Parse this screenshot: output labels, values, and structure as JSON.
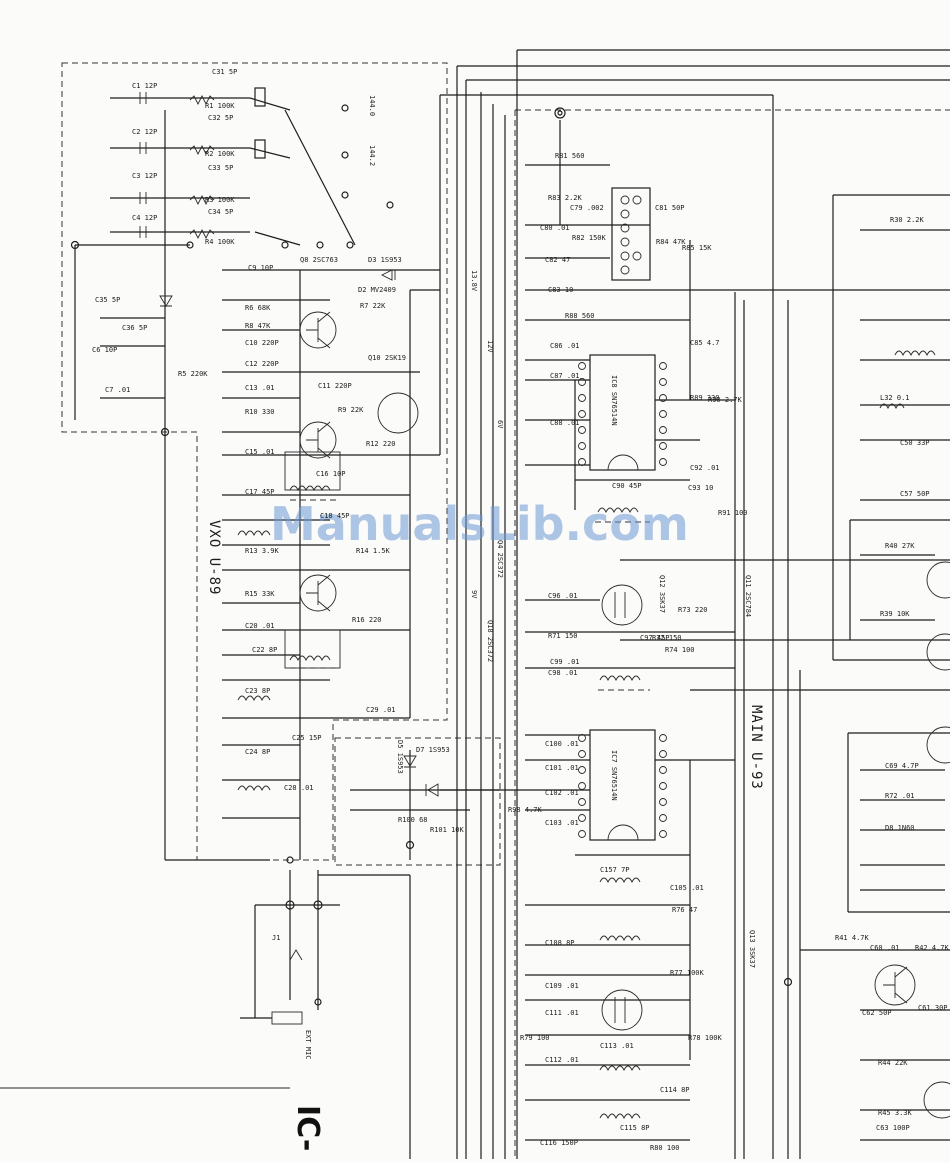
{
  "watermark": "ManualsLib.com",
  "blocks": {
    "vxo": "VXO U-89",
    "main": "MAIN U-93"
  },
  "footer_fragment": "IC-",
  "crystal_freqs": [
    "144.0",
    "144.2"
  ],
  "ic_labels": [
    "IC8 SN76514N",
    "IC7 SN76514N"
  ],
  "rail_labels": [
    "13.8V",
    "9V",
    "12V",
    "6V"
  ],
  "transistor_labels": [
    "Q8 2SC763",
    "Q10 2SK19",
    "Q11 2SC784",
    "Q12 3SK37",
    "Q13 3SK37",
    "Q18 2SC372",
    "Q4 2SC372"
  ],
  "diode_labels": [
    "D7 1S953",
    "D2 MV2409",
    "D3 1S953",
    "D5 1S953"
  ],
  "vxo_components": [
    {
      "ref": "C1",
      "val": "12P"
    },
    {
      "ref": "C31",
      "val": "5P"
    },
    {
      "ref": "R1",
      "val": "100K"
    },
    {
      "ref": "C2",
      "val": "12P"
    },
    {
      "ref": "C32",
      "val": "5P"
    },
    {
      "ref": "R2",
      "val": "100K"
    },
    {
      "ref": "C3",
      "val": "12P"
    },
    {
      "ref": "C33",
      "val": "5P"
    },
    {
      "ref": "R3",
      "val": "100K"
    },
    {
      "ref": "C4",
      "val": "12P"
    },
    {
      "ref": "C34",
      "val": "5P"
    },
    {
      "ref": "R4",
      "val": "100K"
    },
    {
      "ref": "C35",
      "val": "5P"
    },
    {
      "ref": "C36",
      "val": "5P"
    },
    {
      "ref": "C6",
      "val": "10P"
    },
    {
      "ref": "C7",
      "val": ".01"
    },
    {
      "ref": "R5",
      "val": "220K"
    },
    {
      "ref": "C9",
      "val": "10P"
    },
    {
      "ref": "R6",
      "val": "68K"
    },
    {
      "ref": "R7",
      "val": "22K"
    },
    {
      "ref": "R8",
      "val": "47K"
    },
    {
      "ref": "C10",
      "val": "220P"
    },
    {
      "ref": "C11",
      "val": "220P"
    },
    {
      "ref": "C12",
      "val": "220P"
    },
    {
      "ref": "C13",
      "val": ".01"
    },
    {
      "ref": "R9",
      "val": "22K"
    },
    {
      "ref": "R10",
      "val": "330"
    },
    {
      "ref": "C15",
      "val": ".01"
    },
    {
      "ref": "R12",
      "val": "220"
    },
    {
      "ref": "C16",
      "val": "10P"
    },
    {
      "ref": "C17",
      "val": "45P"
    },
    {
      "ref": "C18",
      "val": "45P"
    },
    {
      "ref": "R13",
      "val": "3.9K"
    },
    {
      "ref": "R14",
      "val": "1.5K"
    },
    {
      "ref": "R15",
      "val": "33K"
    },
    {
      "ref": "R16",
      "val": "220"
    },
    {
      "ref": "C20",
      "val": ".01"
    },
    {
      "ref": "C22",
      "val": "8P"
    },
    {
      "ref": "C23",
      "val": "8P"
    },
    {
      "ref": "C24",
      "val": "8P"
    },
    {
      "ref": "C25",
      "val": "15P"
    },
    {
      "ref": "C28",
      "val": ".01"
    },
    {
      "ref": "C29",
      "val": ".01"
    }
  ],
  "main_components": [
    {
      "ref": "R81",
      "val": "560"
    },
    {
      "ref": "R83",
      "val": "2.2K"
    },
    {
      "ref": "C79",
      "val": ".002"
    },
    {
      "ref": "C80",
      "val": ".01"
    },
    {
      "ref": "R82",
      "val": "150K"
    },
    {
      "ref": "C81",
      "val": "50P"
    },
    {
      "ref": "R84",
      "val": "47K"
    },
    {
      "ref": "R85",
      "val": "15K"
    },
    {
      "ref": "C82",
      "val": "47"
    },
    {
      "ref": "C83",
      "val": "10"
    },
    {
      "ref": "R88",
      "val": "560"
    },
    {
      "ref": "C85",
      "val": "4.7"
    },
    {
      "ref": "R89",
      "val": "330"
    },
    {
      "ref": "R90",
      "val": "2.7K"
    },
    {
      "ref": "C86",
      "val": ".01"
    },
    {
      "ref": "C87",
      "val": ".01"
    },
    {
      "ref": "C88",
      "val": ".01"
    },
    {
      "ref": "C90",
      "val": "45P"
    },
    {
      "ref": "C92",
      "val": ".01"
    },
    {
      "ref": "C93",
      "val": "10"
    },
    {
      "ref": "R91",
      "val": "100"
    },
    {
      "ref": "C96",
      "val": ".01"
    },
    {
      "ref": "R71",
      "val": "150"
    },
    {
      "ref": "R72",
      "val": "150"
    },
    {
      "ref": "R73",
      "val": "220"
    },
    {
      "ref": "C97",
      "val": "45P"
    },
    {
      "ref": "R74",
      "val": "100"
    },
    {
      "ref": "C99",
      "val": ".01"
    },
    {
      "ref": "C98",
      "val": ".01"
    },
    {
      "ref": "R98",
      "val": "4.7K"
    },
    {
      "ref": "C100",
      "val": ".01"
    },
    {
      "ref": "C101",
      "val": ".01"
    },
    {
      "ref": "C102",
      "val": ".01"
    },
    {
      "ref": "C103",
      "val": ".01"
    },
    {
      "ref": "R100",
      "val": "68"
    },
    {
      "ref": "R101",
      "val": "10K"
    },
    {
      "ref": "C157",
      "val": "7P"
    },
    {
      "ref": "C105",
      "val": ".01"
    },
    {
      "ref": "R76",
      "val": "47"
    },
    {
      "ref": "C108",
      "val": "8P"
    },
    {
      "ref": "R77",
      "val": "100K"
    },
    {
      "ref": "C109",
      "val": ".01"
    },
    {
      "ref": "C111",
      "val": ".01"
    },
    {
      "ref": "R79",
      "val": "100"
    },
    {
      "ref": "R78",
      "val": "100K"
    },
    {
      "ref": "C112",
      "val": ".01"
    },
    {
      "ref": "C113",
      "val": ".01"
    },
    {
      "ref": "C114",
      "val": "8P"
    },
    {
      "ref": "C115",
      "val": "8P"
    },
    {
      "ref": "C116",
      "val": "150P"
    },
    {
      "ref": "R80",
      "val": "100"
    }
  ],
  "right_components": [
    {
      "ref": "R30",
      "val": "2.2K"
    },
    {
      "ref": "C50",
      "val": "33P"
    },
    {
      "ref": "L32",
      "val": "0.1"
    },
    {
      "ref": "C57",
      "val": "50P"
    },
    {
      "ref": "R40",
      "val": "27K"
    },
    {
      "ref": "R39",
      "val": "10K"
    },
    {
      "ref": "C69",
      "val": "4.7P"
    },
    {
      "ref": "R72",
      "val": ".01"
    },
    {
      "ref": "D8",
      "val": "1N60"
    },
    {
      "ref": "R41",
      "val": "4.7K"
    },
    {
      "ref": "C60",
      "val": ".01"
    },
    {
      "ref": "R42",
      "val": "4.7K"
    },
    {
      "ref": "C61",
      "val": "30P"
    },
    {
      "ref": "C62",
      "val": "50P"
    },
    {
      "ref": "R44",
      "val": "22K"
    },
    {
      "ref": "R45",
      "val": "3.3K"
    },
    {
      "ref": "C63",
      "val": "100P"
    }
  ],
  "jack_labels": {
    "j1": "J1",
    "ext": "EXT MIC"
  }
}
